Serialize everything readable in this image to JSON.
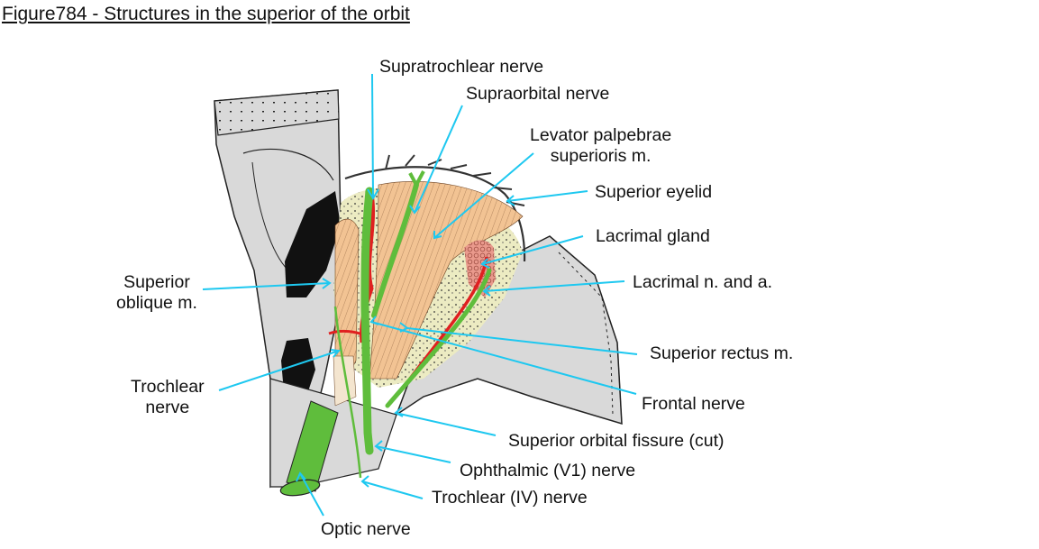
{
  "figure": {
    "title": "Figure784 - Structures in the superior of the orbit",
    "leader_color": "#1ec8f0",
    "colors": {
      "bone": "#d9d9d9",
      "muscle": "#f2c393",
      "nerve": "#5fbd3c",
      "artery": "#e02020",
      "fat": "#ecebc2",
      "gland": "#e9998c",
      "sinus": "#111111"
    },
    "labels": {
      "supratrochlear_nerve": "Supratrochlear nerve",
      "supraorbital_nerve": "Supraorbital nerve",
      "levator_line1": "Levator palpebrae",
      "levator_line2": "superioris m.",
      "superior_eyelid": "Superior eyelid",
      "lacrimal_gland": "Lacrimal gland",
      "lacrimal_n_a": "Lacrimal n. and a.",
      "superior_oblique_line1": "Superior",
      "superior_oblique_line2": "oblique m.",
      "superior_rectus": "Superior rectus m.",
      "trochlear_nerve_line1": "Trochlear",
      "trochlear_nerve_line2": "nerve",
      "frontal_nerve": "Frontal nerve",
      "superior_orbital_fissure": "Superior orbital fissure (cut)",
      "ophthalmic_nerve": "Ophthalmic (V1) nerve",
      "trochlear_iv_nerve": "Trochlear (IV) nerve",
      "optic_nerve": "Optic nerve"
    }
  }
}
